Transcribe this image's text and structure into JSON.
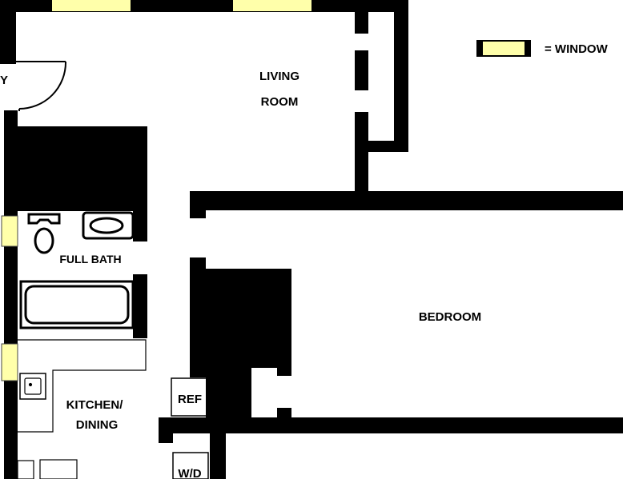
{
  "legend": {
    "window_label": "= WINDOW"
  },
  "rooms": {
    "living_line1": "LIVING",
    "living_line2": "ROOM",
    "bedroom": "BEDROOM",
    "full_bath": "FULL BATH",
    "kitchen_line1": "KITCHEN/",
    "kitchen_line2": "DINING",
    "entry_fragment": "Y"
  },
  "appliances": {
    "refrigerator": "REF",
    "washer_dryer": "W/D"
  },
  "colors": {
    "wall": "#000000",
    "window_fill": "#ffffaa",
    "background": "#ffffff"
  }
}
